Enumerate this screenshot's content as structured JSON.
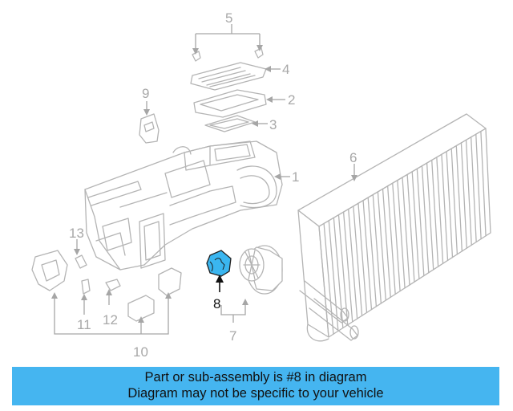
{
  "diagram": {
    "callouts": [
      "1",
      "2",
      "3",
      "4",
      "5",
      "6",
      "7",
      "8",
      "9",
      "10",
      "11",
      "12",
      "13"
    ],
    "highlighted_part": "8",
    "highlight_color": "#3ab6f0"
  },
  "banner": {
    "line1": "Part or sub-assembly is #8 in diagram",
    "line2": "Diagram may not be specific to your vehicle",
    "background_color": "#45b5f0"
  }
}
